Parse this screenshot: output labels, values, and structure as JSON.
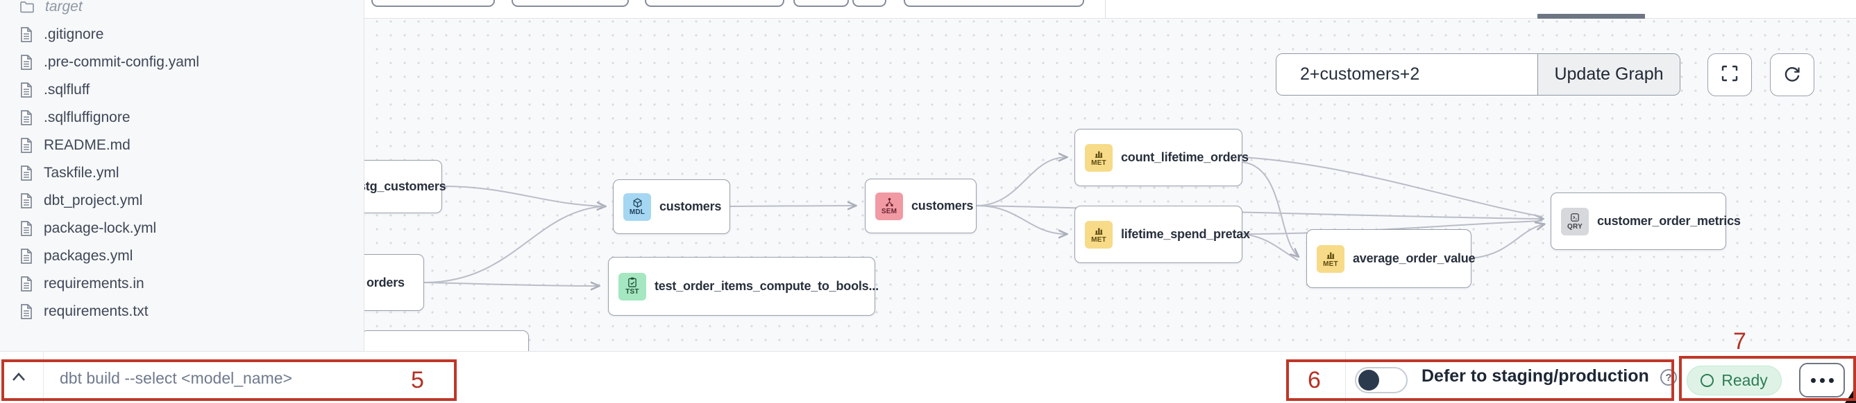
{
  "sidebar": {
    "folder": {
      "name": "target"
    },
    "files": [
      {
        "name": ".gitignore"
      },
      {
        "name": ".pre-commit-config.yaml"
      },
      {
        "name": ".sqlfluff"
      },
      {
        "name": ".sqlfluffignore"
      },
      {
        "name": "README.md"
      },
      {
        "name": "Taskfile.yml"
      },
      {
        "name": "dbt_project.yml"
      },
      {
        "name": "package-lock.yml"
      },
      {
        "name": "packages.yml"
      },
      {
        "name": "requirements.in"
      },
      {
        "name": "requirements.txt"
      }
    ]
  },
  "graph": {
    "controls": {
      "selector_value": "2+customers+2",
      "update_button": "Update Graph"
    },
    "nodes": [
      {
        "id": "stg_customers",
        "label": "stg_customers",
        "type": ""
      },
      {
        "id": "orders",
        "label": "orders",
        "type": ""
      },
      {
        "id": "customers_model",
        "label": "customers",
        "type": "MDL",
        "color": "#a5d7f2"
      },
      {
        "id": "test_order_items",
        "label": "test_order_items_compute_to_bools...",
        "type": "TST",
        "color": "#a5e7c0"
      },
      {
        "id": "customers_semantic",
        "label": "customers",
        "type": "SEM",
        "color": "#f19aa4"
      },
      {
        "id": "count_lifetime_orders",
        "label": "count_lifetime_orders",
        "type": "MET",
        "color": "#f7db88"
      },
      {
        "id": "lifetime_spend_pretax",
        "label": "lifetime_spend_pretax",
        "type": "MET",
        "color": "#f7db88"
      },
      {
        "id": "average_order_value",
        "label": "average_order_value",
        "type": "MET",
        "color": "#f7db88"
      },
      {
        "id": "customer_order_metrics",
        "label": "customer_order_metrics",
        "type": "QRY",
        "color": "#d7d8db"
      }
    ],
    "edges": [
      [
        "stg_customers",
        "customers_model"
      ],
      [
        "orders",
        "customers_model"
      ],
      [
        "orders",
        "test_order_items"
      ],
      [
        "customers_model",
        "customers_semantic"
      ],
      [
        "customers_semantic",
        "count_lifetime_orders"
      ],
      [
        "customers_semantic",
        "lifetime_spend_pretax"
      ],
      [
        "customers_semantic",
        "customer_order_metrics"
      ],
      [
        "count_lifetime_orders",
        "customer_order_metrics"
      ],
      [
        "count_lifetime_orders",
        "average_order_value"
      ],
      [
        "lifetime_spend_pretax",
        "average_order_value"
      ],
      [
        "lifetime_spend_pretax",
        "customer_order_metrics"
      ],
      [
        "average_order_value",
        "customer_order_metrics"
      ]
    ]
  },
  "statusbar": {
    "command_placeholder": "dbt build --select <model_name>",
    "defer_label": "Defer to staging/production",
    "ready_label": "Ready"
  },
  "annotations": {
    "box5": "5",
    "box6": "6",
    "box7": "7",
    "color": "#bf3728"
  },
  "colors": {
    "annotation_red": "#bf3728",
    "ready_green_bg": "#def3e6",
    "ready_green_text": "#2e7d54",
    "toggle_knob": "#2c3a4e",
    "node_mdl": "#a5d7f2",
    "node_tst": "#a5e7c0",
    "node_sem": "#f19aa4",
    "node_met": "#f7db88",
    "node_qry": "#d7d8db",
    "edge": "#b9bdc7",
    "canvas_bg": "#f8f9fb"
  }
}
